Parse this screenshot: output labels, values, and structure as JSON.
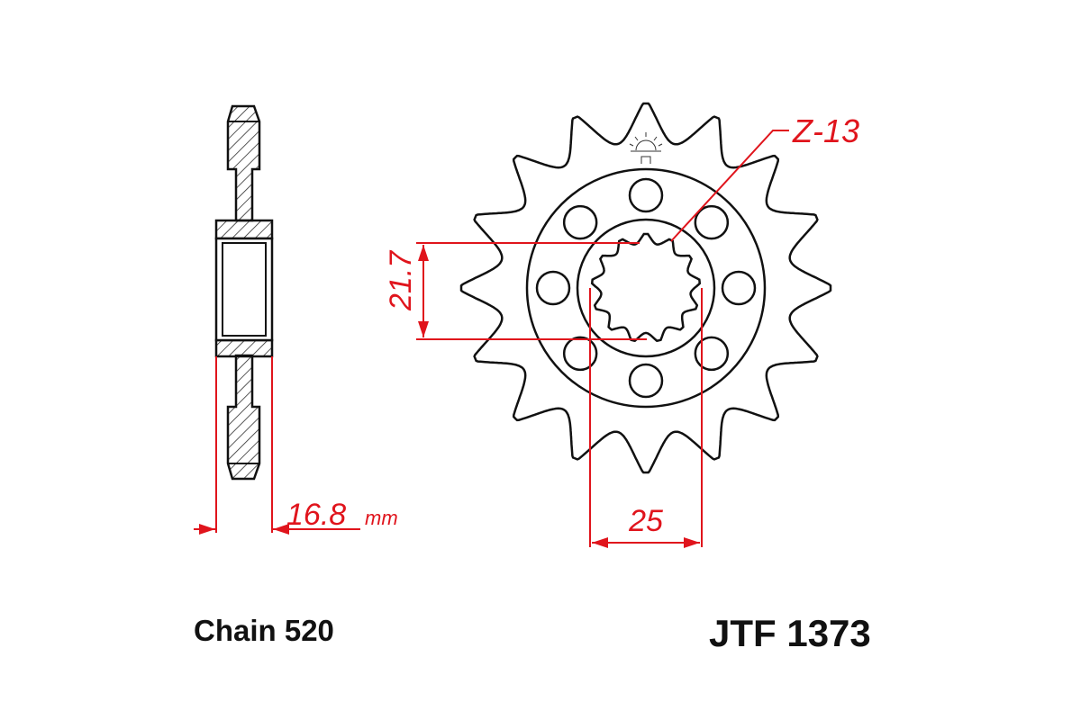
{
  "drawing": {
    "tooth_label": "Z-13",
    "spline_diameter": "21.7",
    "bolt_width": "25",
    "thickness_value": "16.8",
    "thickness_unit": "mm",
    "chain_label": "Chain 520",
    "part_number": "JTF 1373"
  },
  "colors": {
    "outline": "#111111",
    "dimension": "#e0141c"
  }
}
